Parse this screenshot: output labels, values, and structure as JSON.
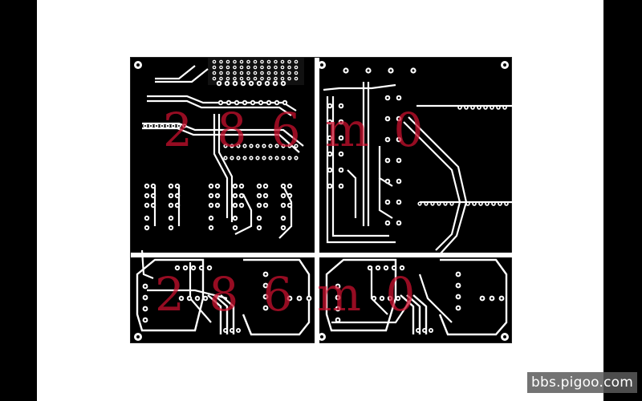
{
  "watermark": {
    "text": "bbs.pigoo.com"
  },
  "overlay_text": {
    "line1": "2 8 6 m 0",
    "line2": "2 8 6 m 0"
  },
  "colors": {
    "board": "#000000",
    "copper": "#ffffff",
    "paper": "#ffffff",
    "overlay": "#c8102e"
  }
}
